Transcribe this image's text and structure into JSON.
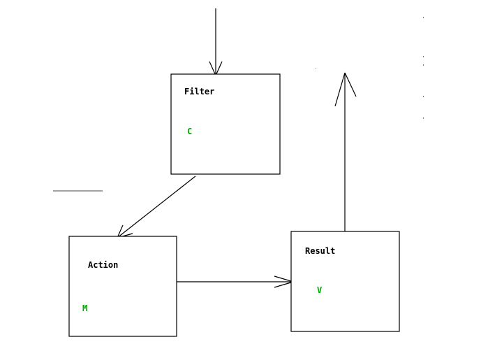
{
  "diagram": {
    "nodes": [
      {
        "id": "filter",
        "title": "Filter",
        "letter": "C"
      },
      {
        "id": "action",
        "title": "Action",
        "letter": "M"
      },
      {
        "id": "result",
        "title": "Result",
        "letter": "V"
      }
    ],
    "edges": [
      {
        "from": "input",
        "to": "filter"
      },
      {
        "from": "filter",
        "to": "action"
      },
      {
        "from": "action",
        "to": "result"
      },
      {
        "from": "result",
        "to": "output"
      }
    ],
    "colors": {
      "line": "#000000",
      "letter": "#00aa00",
      "background": "#ffffff"
    }
  }
}
